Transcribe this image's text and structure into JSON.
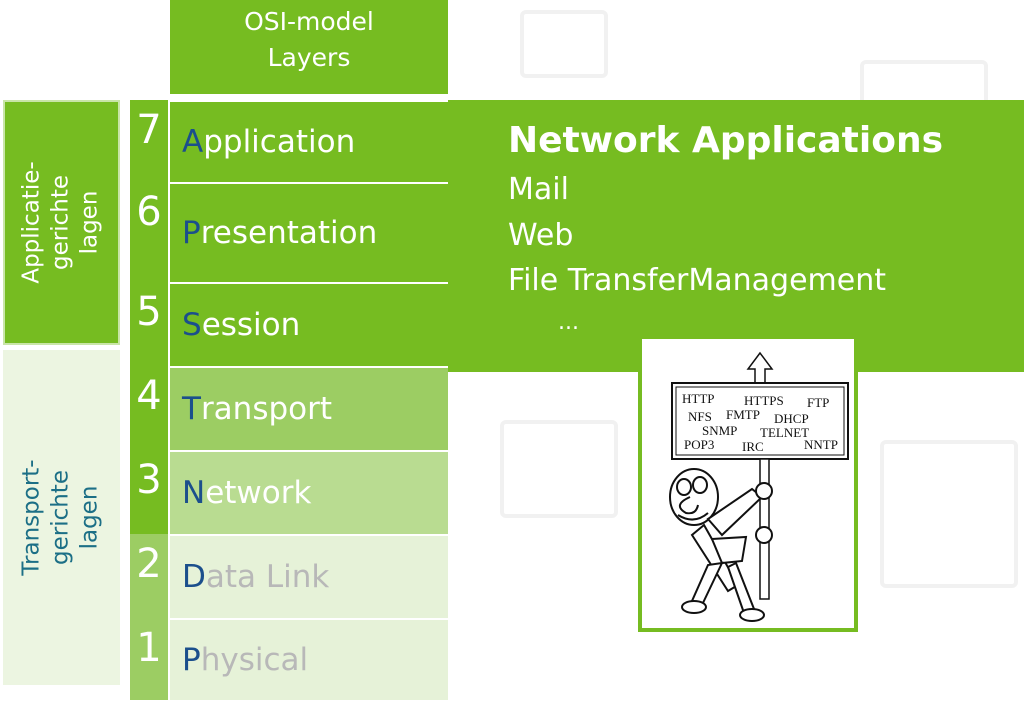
{
  "header": {
    "line1": "OSI-model",
    "line2": "Layers"
  },
  "groups": {
    "application": {
      "text": "Applicatie-\ngerichte\nlagen"
    },
    "transport": {
      "text": "Transport-\ngerichte\nlagen"
    }
  },
  "layers": [
    {
      "number": "7",
      "first": "A",
      "rest": "pplication",
      "fill": "#76bc21"
    },
    {
      "number": "6",
      "first": "P",
      "rest": "resentation",
      "fill": "#76bc21"
    },
    {
      "number": "5",
      "first": "S",
      "rest": "ession",
      "fill": "#76bc21"
    },
    {
      "number": "4",
      "first": "T",
      "rest": "ransport",
      "fill": "#9ccd63"
    },
    {
      "number": "3",
      "first": "N",
      "rest": "etwork",
      "fill": "#b9dc91"
    },
    {
      "number": "2",
      "first": "D",
      "rest": "ata Link",
      "fill": "#e6f2d8"
    },
    {
      "number": "1",
      "first": "P",
      "rest": "hysical",
      "fill": "#e6f2d8"
    }
  ],
  "network": {
    "title": "Network Applications",
    "items": [
      "Mail",
      "Web",
      "File TransferManagement",
      "..."
    ]
  },
  "illustration": {
    "icon": "protocol-sign-cartoon-icon",
    "protocols": [
      "HTTP",
      "HTTPS",
      "FTP",
      "NFS",
      "FMTP",
      "DHCP",
      "SNMP",
      "TELNET",
      "POP3",
      "IRC",
      "NNTP"
    ]
  },
  "colors": {
    "green": "#76bc21",
    "light_green": "#9ccd63",
    "pale_green": "#e6f2d8",
    "letter_blue": "#1b4f8c",
    "faded_text": "#b8b8b8"
  }
}
